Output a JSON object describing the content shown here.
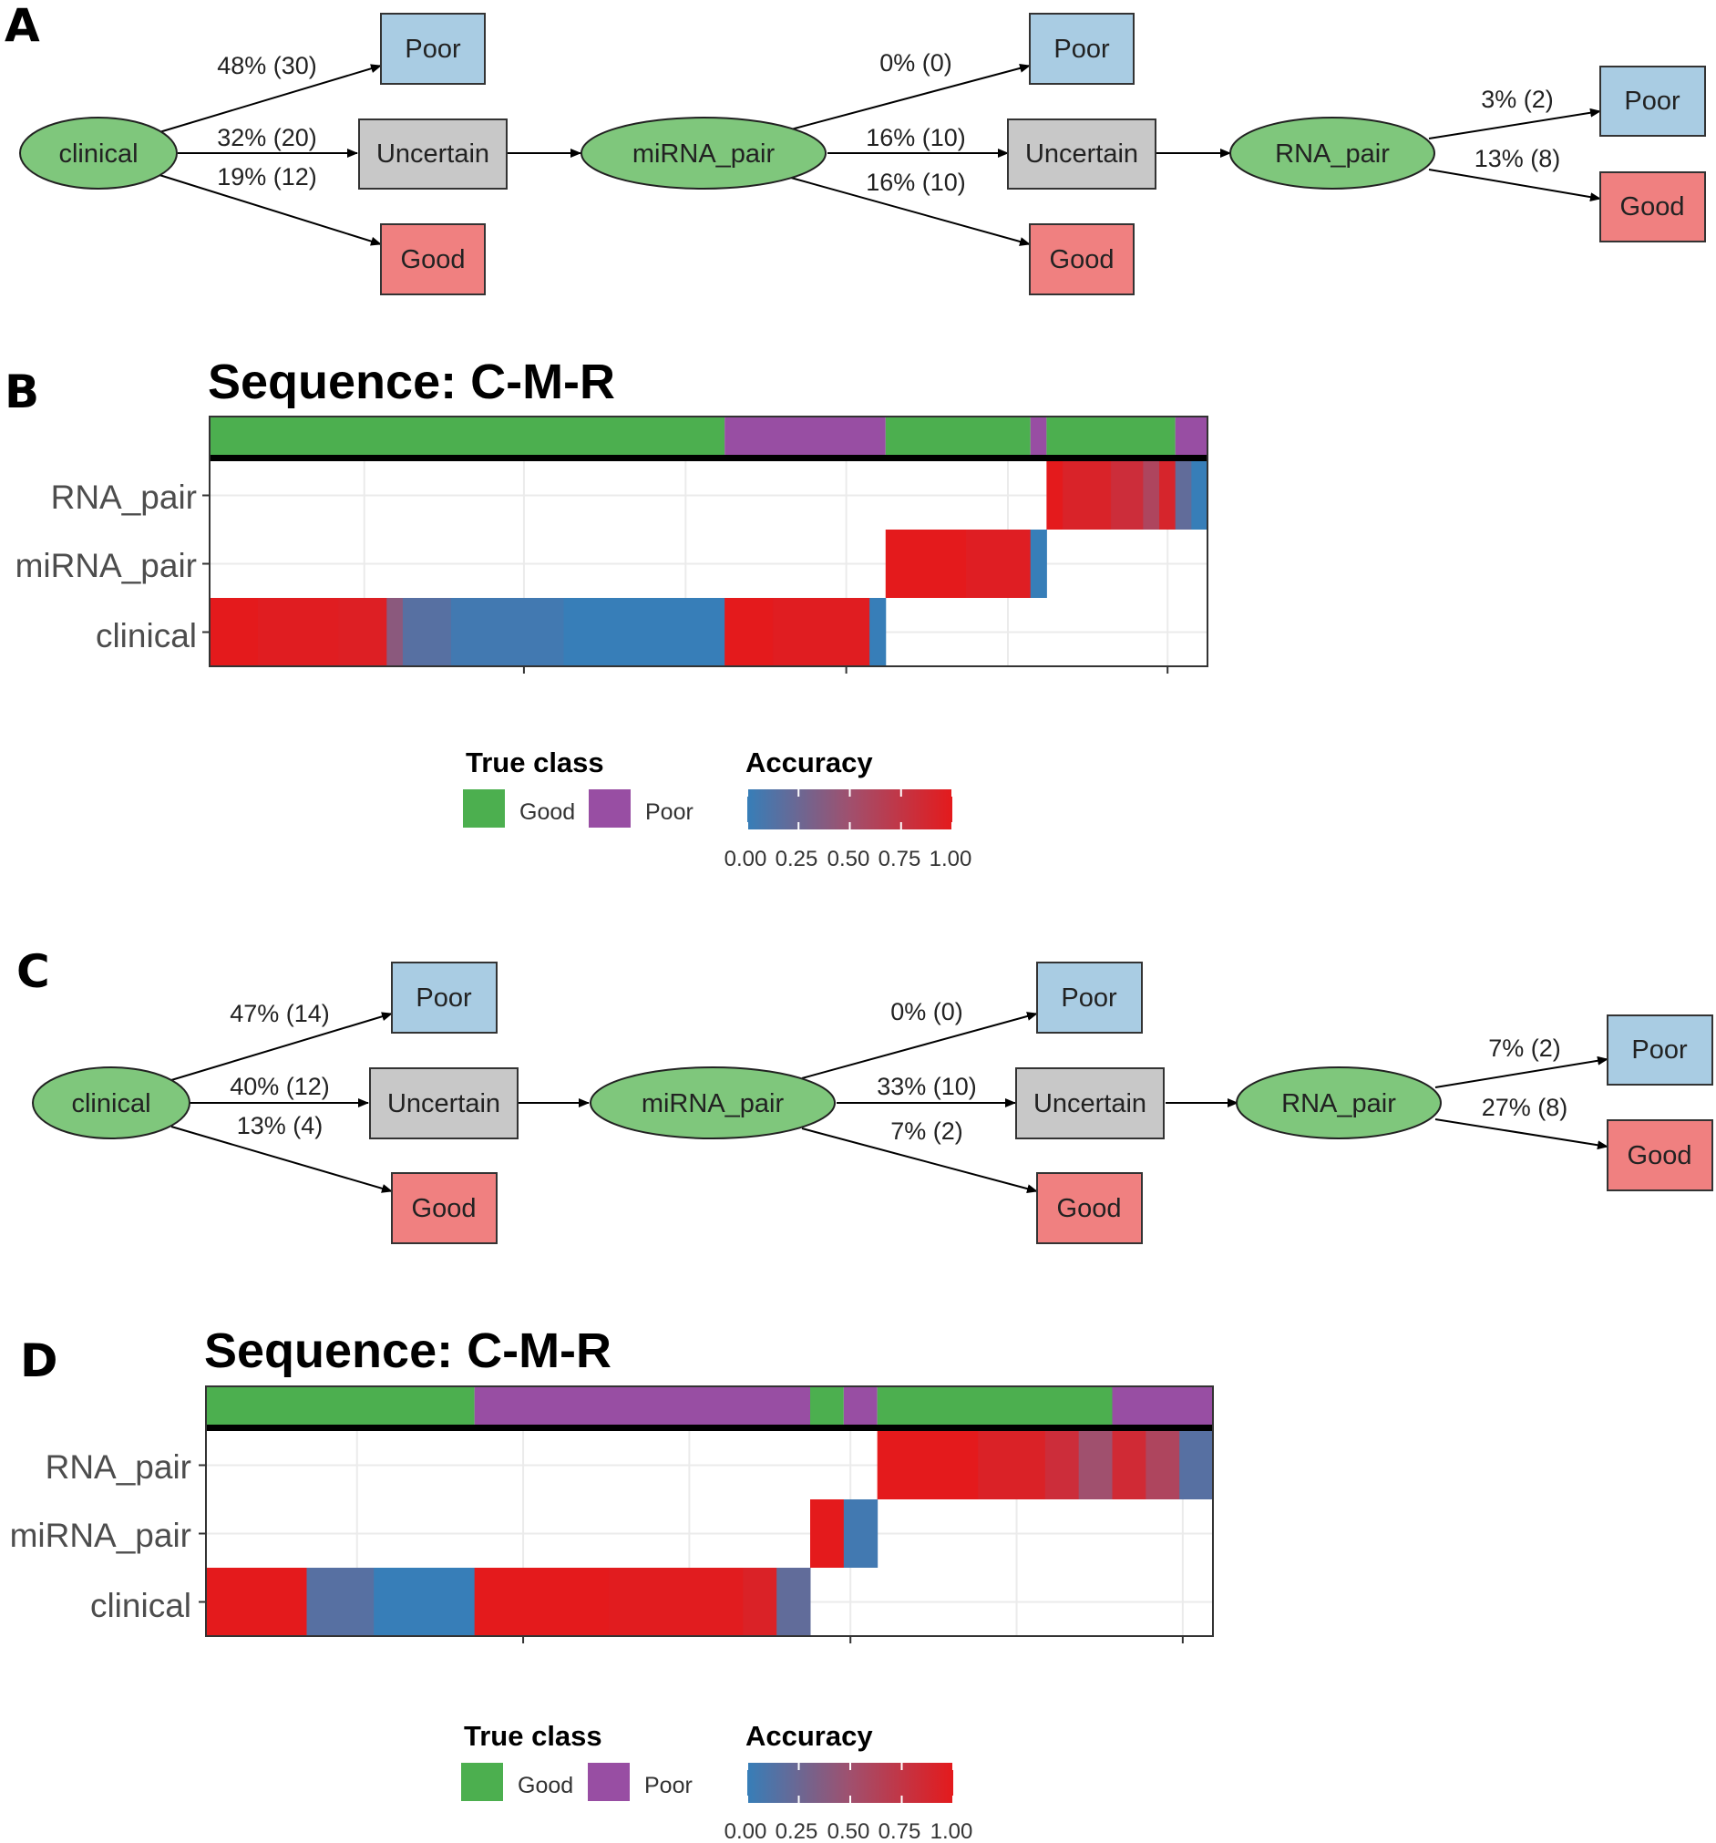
{
  "colors": {
    "node_green": "#7FC77C",
    "poor_blue": "#A9CCE3",
    "uncertain_grey": "#C8C8C8",
    "good_red": "#F08080",
    "class_good": "#4CAF4F",
    "class_poor": "#984EA3",
    "acc_low": "#377EB8",
    "acc_high": "#E41A1C"
  },
  "panels": {
    "A": {
      "label": "A",
      "nodes": {
        "n1": "clinical",
        "n2": "miRNA_pair",
        "n3": "RNA_pair",
        "p1": "Poor",
        "u1": "Uncertain",
        "g1": "Good",
        "p2": "Poor",
        "u2": "Uncertain",
        "g2": "Good",
        "p3": "Poor",
        "g3": "Good"
      },
      "edges": {
        "e1_poor": "48% (30)",
        "e1_unc": "32% (20)",
        "e1_good": "19% (12)",
        "e2_poor": "0% (0)",
        "e2_unc": "16% (10)",
        "e2_good": "16% (10)",
        "e3_poor": "3% (2)",
        "e3_good": "13% (8)"
      }
    },
    "C": {
      "label": "C",
      "nodes": {
        "n1": "clinical",
        "n2": "miRNA_pair",
        "n3": "RNA_pair",
        "p1": "Poor",
        "u1": "Uncertain",
        "g1": "Good",
        "p2": "Poor",
        "u2": "Uncertain",
        "g2": "Good",
        "p3": "Poor",
        "g3": "Good"
      },
      "edges": {
        "e1_poor": "47% (14)",
        "e1_unc": "40% (12)",
        "e1_good": "13% (4)",
        "e2_poor": "0% (0)",
        "e2_unc": "33% (10)",
        "e2_good": "7% (2)",
        "e3_poor": "7% (2)",
        "e3_good": "27% (8)"
      }
    },
    "B": {
      "label": "B",
      "title": "Sequence: C-M-R",
      "rows": [
        "RNA_pair",
        "miRNA_pair",
        "clinical"
      ],
      "legend": {
        "class_title": "True class",
        "good": "Good",
        "poor": "Poor",
        "acc_title": "Accuracy",
        "ticks": [
          "0.00",
          "0.25",
          "0.50",
          "0.75",
          "1.00"
        ]
      }
    },
    "D": {
      "label": "D",
      "title": "Sequence: C-M-R",
      "rows": [
        "RNA_pair",
        "miRNA_pair",
        "clinical"
      ],
      "legend": {
        "class_title": "True class",
        "good": "Good",
        "poor": "Poor",
        "acc_title": "Accuracy",
        "ticks": [
          "0.00",
          "0.25",
          "0.50",
          "0.75",
          "1.00"
        ]
      }
    }
  },
  "chart_data": [
    {
      "type": "heatmap",
      "title": "Sequence: C-M-R",
      "rows": [
        "RNA_pair",
        "miRNA_pair",
        "clinical"
      ],
      "x_range": [
        0,
        62
      ],
      "class_bar": [
        {
          "class": "Good",
          "start": 0,
          "end": 32
        },
        {
          "class": "Poor",
          "start": 32,
          "end": 42
        },
        {
          "class": "Good",
          "start": 42,
          "end": 51
        },
        {
          "class": "Poor",
          "start": 51,
          "end": 52
        },
        {
          "class": "Good",
          "start": 52,
          "end": 60
        },
        {
          "class": "Poor",
          "start": 60,
          "end": 62
        }
      ],
      "tiles": [
        {
          "row": "clinical",
          "start": 0,
          "end": 3,
          "accuracy": 1.0
        },
        {
          "row": "clinical",
          "start": 3,
          "end": 8,
          "accuracy": 0.97
        },
        {
          "row": "clinical",
          "start": 8,
          "end": 11,
          "accuracy": 0.95
        },
        {
          "row": "clinical",
          "start": 11,
          "end": 12,
          "accuracy": 0.4
        },
        {
          "row": "clinical",
          "start": 12,
          "end": 15,
          "accuracy": 0.15
        },
        {
          "row": "clinical",
          "start": 15,
          "end": 22,
          "accuracy": 0.05
        },
        {
          "row": "clinical",
          "start": 22,
          "end": 32,
          "accuracy": 0.0
        },
        {
          "row": "clinical",
          "start": 32,
          "end": 35,
          "accuracy": 1.0
        },
        {
          "row": "clinical",
          "start": 35,
          "end": 41,
          "accuracy": 0.97
        },
        {
          "row": "clinical",
          "start": 41,
          "end": 42,
          "accuracy": 0.0
        },
        {
          "row": "miRNA_pair",
          "start": 42,
          "end": 47,
          "accuracy": 1.0
        },
        {
          "row": "miRNA_pair",
          "start": 47,
          "end": 51,
          "accuracy": 0.96
        },
        {
          "row": "miRNA_pair",
          "start": 51,
          "end": 52,
          "accuracy": 0.0
        },
        {
          "row": "RNA_pair",
          "start": 52,
          "end": 53,
          "accuracy": 1.0
        },
        {
          "row": "RNA_pair",
          "start": 53,
          "end": 56,
          "accuracy": 0.92
        },
        {
          "row": "RNA_pair",
          "start": 56,
          "end": 58,
          "accuracy": 0.82
        },
        {
          "row": "RNA_pair",
          "start": 58,
          "end": 59,
          "accuracy": 0.6
        },
        {
          "row": "RNA_pair",
          "start": 59,
          "end": 60,
          "accuracy": 0.9
        },
        {
          "row": "RNA_pair",
          "start": 60,
          "end": 61,
          "accuracy": 0.2
        },
        {
          "row": "RNA_pair",
          "start": 61,
          "end": 62,
          "accuracy": 0.0
        }
      ],
      "legend": {
        "class": [
          "Good",
          "Poor"
        ],
        "accuracy_ticks": [
          0,
          0.25,
          0.5,
          0.75,
          1
        ]
      }
    },
    {
      "type": "heatmap",
      "title": "Sequence: C-M-R",
      "rows": [
        "RNA_pair",
        "miRNA_pair",
        "clinical"
      ],
      "x_range": [
        0,
        30
      ],
      "class_bar": [
        {
          "class": "Good",
          "start": 0,
          "end": 8
        },
        {
          "class": "Poor",
          "start": 8,
          "end": 18
        },
        {
          "class": "Good",
          "start": 18,
          "end": 19
        },
        {
          "class": "Poor",
          "start": 19,
          "end": 20
        },
        {
          "class": "Good",
          "start": 20,
          "end": 27
        },
        {
          "class": "Poor",
          "start": 27,
          "end": 30
        }
      ],
      "tiles": [
        {
          "row": "clinical",
          "start": 0,
          "end": 3,
          "accuracy": 1.0
        },
        {
          "row": "clinical",
          "start": 3,
          "end": 5,
          "accuracy": 0.15
        },
        {
          "row": "clinical",
          "start": 5,
          "end": 8,
          "accuracy": 0.0
        },
        {
          "row": "clinical",
          "start": 8,
          "end": 12,
          "accuracy": 1.0
        },
        {
          "row": "clinical",
          "start": 12,
          "end": 16,
          "accuracy": 0.98
        },
        {
          "row": "clinical",
          "start": 16,
          "end": 17,
          "accuracy": 0.93
        },
        {
          "row": "clinical",
          "start": 17,
          "end": 18,
          "accuracy": 0.2
        },
        {
          "row": "miRNA_pair",
          "start": 18,
          "end": 19,
          "accuracy": 1.0
        },
        {
          "row": "miRNA_pair",
          "start": 19,
          "end": 20,
          "accuracy": 0.05
        },
        {
          "row": "RNA_pair",
          "start": 20,
          "end": 23,
          "accuracy": 1.0
        },
        {
          "row": "RNA_pair",
          "start": 23,
          "end": 25,
          "accuracy": 0.93
        },
        {
          "row": "RNA_pair",
          "start": 25,
          "end": 26,
          "accuracy": 0.82
        },
        {
          "row": "RNA_pair",
          "start": 26,
          "end": 27,
          "accuracy": 0.5
        },
        {
          "row": "RNA_pair",
          "start": 27,
          "end": 28,
          "accuracy": 0.85
        },
        {
          "row": "RNA_pair",
          "start": 28,
          "end": 29,
          "accuracy": 0.6
        },
        {
          "row": "RNA_pair",
          "start": 29,
          "end": 30,
          "accuracy": 0.15
        }
      ],
      "legend": {
        "class": [
          "Good",
          "Poor"
        ],
        "accuracy_ticks": [
          0,
          0.25,
          0.5,
          0.75,
          1
        ]
      }
    }
  ]
}
